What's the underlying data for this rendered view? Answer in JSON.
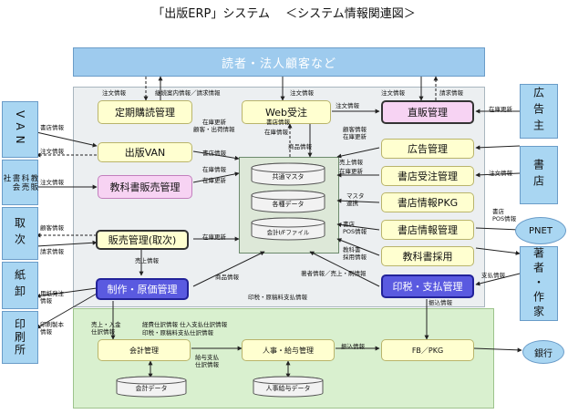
{
  "title": "「出版ERP」システム　 ＜システム情報関連図＞",
  "top_band": "読者・法人顧客など",
  "left_side": [
    "VAN",
    "教販\n科売\n書会\n社",
    "取次",
    "紙卸",
    "印刷所"
  ],
  "right_side": [
    "広告主",
    "書店",
    "PNET",
    "著者・作家"
  ],
  "right_bottom": "銀行",
  "boxes": {
    "teiki": "定期購読管理",
    "web": "Web受注",
    "chokuhan": "直販管理",
    "van": "出版VAN",
    "kyokasho_hanbai": "教科書販売管理",
    "koukoku": "広告管理",
    "shoten_juchu": "書店受注管理",
    "pkg": "書店情報PKG",
    "shoten_joho": "書店情報管理",
    "hanbai": "販売管理(取次)",
    "kyokasho_saiyo": "教科書採用",
    "seisaku": "制作・原価管理",
    "inzei": "印税・支払管理",
    "kaikei": "会計管理",
    "jinji": "人事・給与管理",
    "fb": "FB／PKG"
  },
  "db": {
    "master": "共通マスタ",
    "kakushu": "各種データ",
    "if": "会計I/Fファイル",
    "kaikei_data": "会計データ",
    "jinji_data": "人事給与データ"
  },
  "labels": {
    "l1": "注文情報",
    "l2": "継続案内情報／請求情報",
    "l3": "注文情報",
    "l4": "注文情報",
    "l5": "請求情報",
    "l6": "顧客・出荷情報",
    "l7": "在庫情報",
    "l8": "顧客情報",
    "l9": "在庫更新",
    "l10": "書店情報",
    "l11": "注文情報",
    "l12": "書店情報",
    "l13": "商品情報",
    "l14": "在庫情報",
    "l15": "在庫更新",
    "l16": "注文情報",
    "l17": "在庫更新",
    "l18": "売上情報",
    "l19": "在庫更新",
    "l20": "注文情報",
    "l21": "マスタ\n連携",
    "l22": "注文情報",
    "l23": "請求情報",
    "l24": "在庫更新",
    "l25": "書店\nPOS情報",
    "l26": "書店\nPOS情報",
    "l27": "教科書\n採用情報",
    "l28": "売上情報",
    "l29": "商品情報",
    "l30": "著者情報／売上・刷情報",
    "l31": "支払情報",
    "l32": "用紙発注\n情報",
    "l33": "印税・原稿料支払情報",
    "l34": "振込情報",
    "l35": "印刷製本\n情報",
    "l36": "売上・入金\n仕訳情報",
    "l37": "経費仕訳情報 仕入支払仕訳情報",
    "l38": "印税・原稿料支払仕訳情報",
    "l39": "給与支払\n仕訳情報",
    "l40": "振込情報",
    "l41": "書店情報",
    "l42": "顧客情報\n在庫更新"
  }
}
